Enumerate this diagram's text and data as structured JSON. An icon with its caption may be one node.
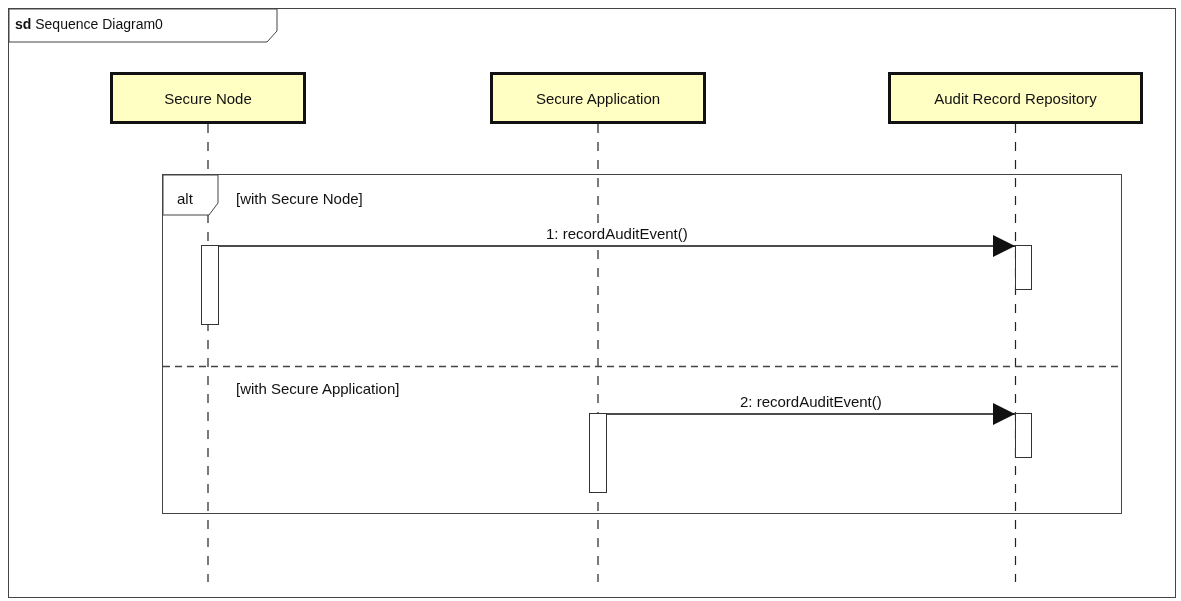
{
  "diagram": {
    "nodes": [
      {
        "text": [
          "**sd** Sequence Diagram0"
        ]
      },
      {
        "text": [
          "Secure Node"
        ],
        "in": 0
      },
      {
        "text": [
          "Secure Application"
        ],
        "in": 0
      },
      {
        "text": [
          "Audit Record Repository"
        ],
        "in": 0
      },
      {
        "text": [
          "alt",
          "[with Secure Node]",
          "[with Secure Application]"
        ],
        "in": 0
      },
      {
        "text": [],
        "shape": "bar",
        "in": 4
      },
      {
        "text": [],
        "shape": "bar",
        "in": 4
      },
      {
        "text": [],
        "shape": "bar",
        "in": 4
      },
      {
        "text": [],
        "shape": "bar",
        "in": 4
      }
    ],
    "edges": [
      {
        "from": 5,
        "to": 6,
        "arrow": "to",
        "label": "1: recordAuditEvent()"
      },
      {
        "from": 7,
        "to": 8,
        "arrow": "to",
        "label": "2: recordAuditEvent()"
      }
    ]
  }
}
